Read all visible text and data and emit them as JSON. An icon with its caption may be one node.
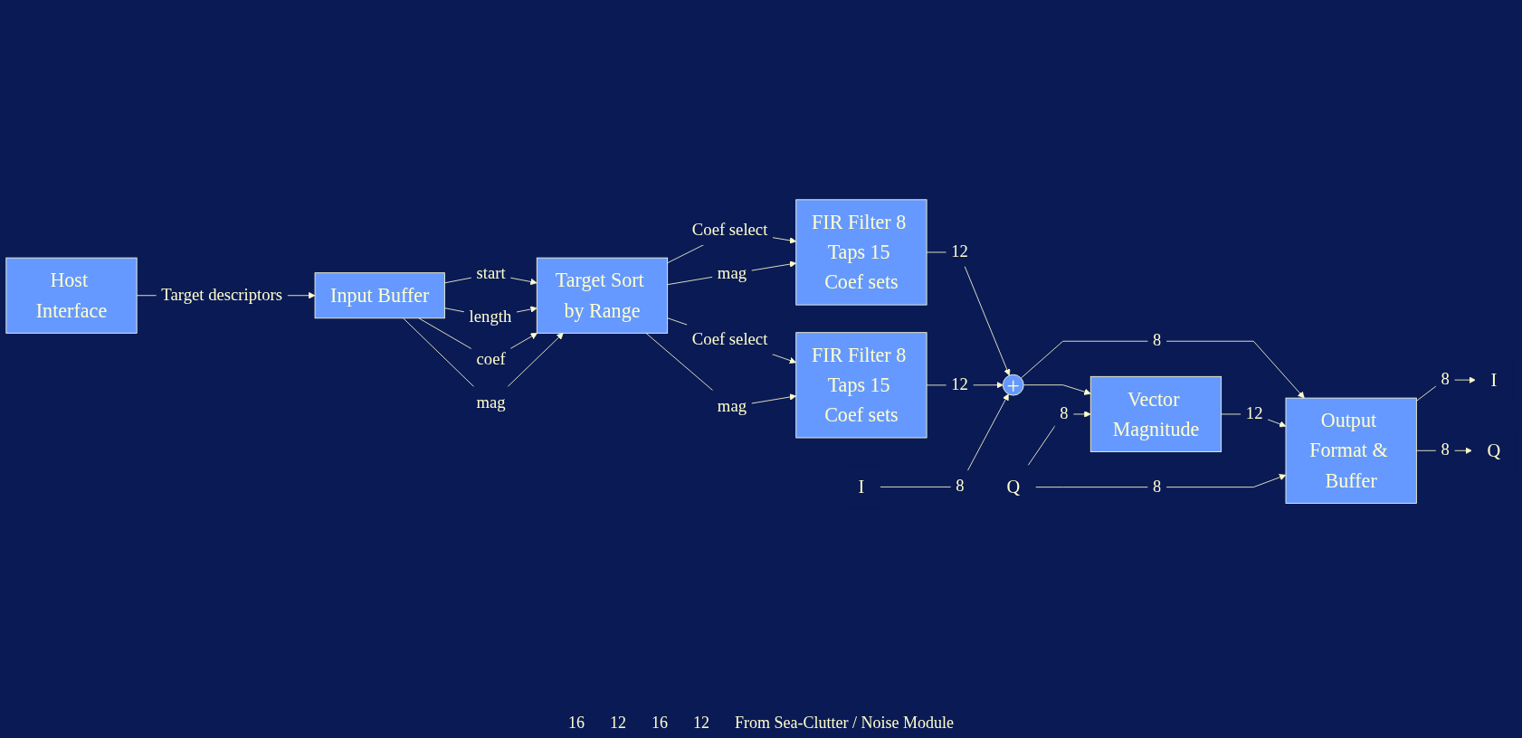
{
  "diagram": {
    "nodes": [
      {
        "text": [
          "Input Buffer"
        ]
      },
      {
        "text": [
          "Target Sort by Range"
        ]
      },
      {
        "text": [
          "FIR Filter 8 Taps 15 Coef sets"
        ]
      },
      {
        "text": [
          "FIR Filter 8 Taps 15 Coef sets"
        ]
      },
      {
        "text": [
          "+"
        ]
      },
      {
        "text": [
          "Vector Magnitude"
        ]
      },
      {
        "text": [
          "Output Format & Buffer"
        ]
      },
      {
        "text": [
          "Host Interface"
        ]
      },
      {
        "text": [
          "I"
        ]
      },
      {
        "text": [
          "Q"
        ]
      },
      {
        "text": [
          "Q"
        ]
      },
      {
        "text": [
          "I"
        ]
      }
    ],
    "edges": [
      {
        "from": 0,
        "to": 1,
        "arrow": "to",
        "label": "start"
      },
      {
        "from": 0,
        "to": 1,
        "arrow": "to",
        "label": "length"
      },
      {
        "from": 0,
        "to": 1,
        "arrow": "to",
        "label": "coef"
      },
      {
        "from": 0,
        "to": 1,
        "arrow": "to",
        "label": "mag"
      },
      {
        "from": 1,
        "to": 2,
        "arrow": "to",
        "label": "Coef select"
      },
      {
        "from": 1,
        "to": 2,
        "arrow": "to",
        "label": "mag"
      },
      {
        "from": 1,
        "to": 3,
        "arrow": "to",
        "label": "Coef select"
      },
      {
        "from": 1,
        "to": 3,
        "arrow": "to",
        "label": "mag"
      },
      {
        "from": 2,
        "to": 4,
        "arrow": "to",
        "label": "12"
      },
      {
        "from": 3,
        "to": 4,
        "arrow": "to",
        "label": "12"
      },
      {
        "from": 11,
        "to": 4,
        "arrow": "to",
        "label": "8"
      },
      {
        "from": 4,
        "to": 6,
        "arrow": "to",
        "label": "8"
      },
      {
        "from": 4,
        "to": 5,
        "arrow": "to"
      },
      {
        "from": 5,
        "to": 6,
        "arrow": "to",
        "label": "12"
      },
      {
        "from": 10,
        "to": 5,
        "arrow": "to",
        "label": "8"
      },
      {
        "from": 10,
        "to": 6,
        "arrow": "to",
        "label": "8"
      },
      {
        "from": 6,
        "to": 8,
        "arrow": "to",
        "label": "8"
      },
      {
        "from": 6,
        "to": 9,
        "arrow": "to",
        "label": "8"
      },
      {
        "from": 7,
        "to": 0,
        "arrow": "to",
        "label": "Target descriptors"
      }
    ],
    "labels": [
      "16",
      "12",
      "16",
      "12",
      "From Sea-Clutter / Noise Module"
    ]
  }
}
